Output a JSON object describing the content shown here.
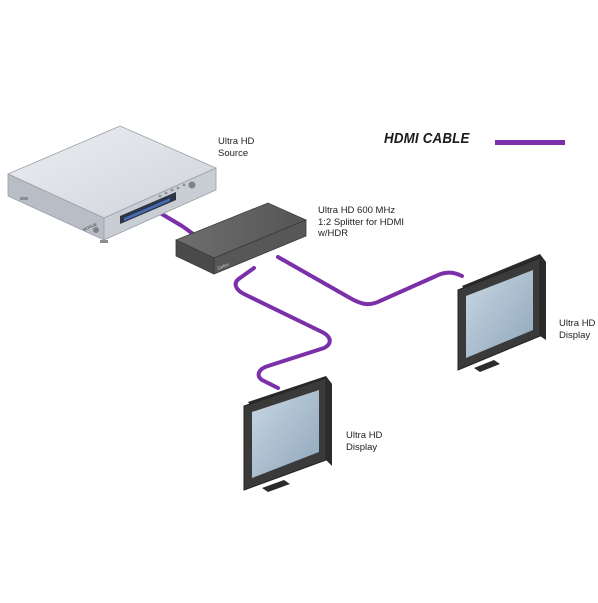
{
  "legend": {
    "label": "HDMI CABLE",
    "color": "#7b2fa8"
  },
  "labels": {
    "source": "Ultra HD\nSource",
    "splitter": "Ultra HD 600 MHz\n1:2 Splitter for HDMI\nw/HDR",
    "display_right": "Ultra HD\nDisplay",
    "display_bottom": "Ultra HD\nDisplay"
  },
  "devices": {
    "source_panel_text": "ROGUE",
    "splitter_badge": "Gefen"
  },
  "colors": {
    "cable": "#7b2fa8",
    "source_body": "#d5d8de",
    "splitter_body": "#5b5b5b",
    "display_frame": "#3a3a3a",
    "display_screen": "#9fb4c7"
  }
}
